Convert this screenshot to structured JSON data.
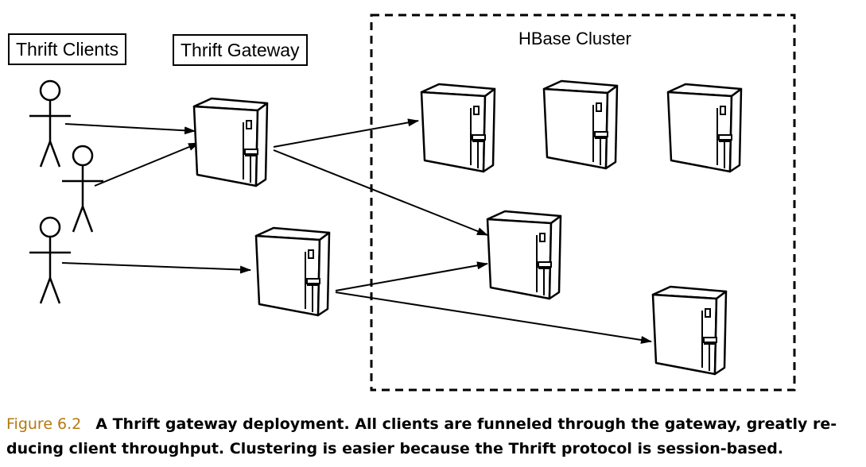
{
  "labels": {
    "clients": "Thrift Clients",
    "gateway": "Thrift Gateway",
    "cluster": "HBase Cluster"
  },
  "caption": {
    "figure": "Figure 6.2",
    "line1": "A Thrift gateway deployment. All clients are funneled through the gateway, greatly re-",
    "line2": "ducing client throughput. Clustering is easier because the Thrift protocol is session-based."
  },
  "colors": {
    "figure_label": "#b5780f",
    "ink": "#000000"
  },
  "icons": {
    "client": "stick-figure-icon",
    "server": "server-tower-icon"
  }
}
